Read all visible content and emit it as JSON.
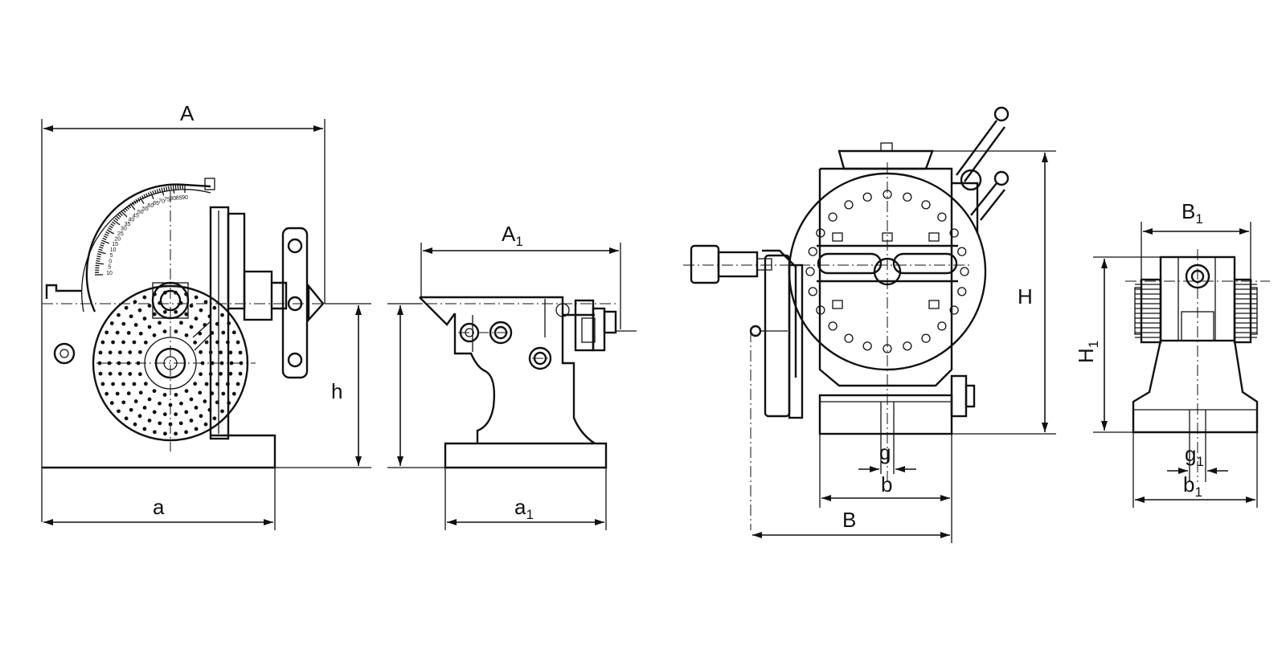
{
  "dimensions": {
    "A": "A",
    "a": "a",
    "h": "h",
    "A1": {
      "main": "A",
      "sub": "1"
    },
    "a1": {
      "main": "a",
      "sub": "1"
    },
    "H": "H",
    "B": "B",
    "b": "b",
    "g": "g",
    "B1": {
      "main": "B",
      "sub": "1"
    },
    "H1": {
      "main": "H",
      "sub": "1"
    },
    "b1": {
      "main": "b",
      "sub": "1"
    },
    "g1": {
      "main": "g",
      "sub": "1"
    }
  },
  "dial_scale": [
    "10",
    "5",
    "0",
    "5",
    "10",
    "15",
    "20",
    "25",
    "30",
    "35",
    "40",
    "45",
    "50",
    "55",
    "60",
    "65",
    "70",
    "75",
    "80",
    "85",
    "90"
  ]
}
